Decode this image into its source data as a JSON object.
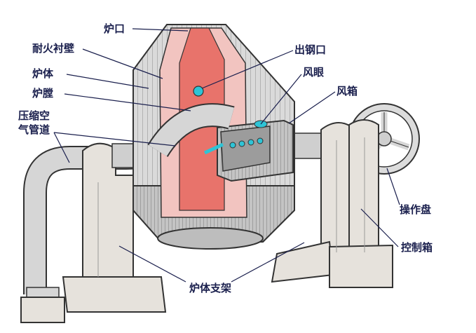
{
  "labels": {
    "furnace_mouth": "炉口",
    "refractory_lining": "耐火衬壁",
    "furnace_body": "炉体",
    "furnace_chamber": "炉膛",
    "compressed_air_pipe_line1": "压缩空",
    "compressed_air_pipe_line2": "气管道",
    "tap_hole": "出钢口",
    "tuyere": "风眼",
    "wind_box": "风箱",
    "operating_wheel": "操作盘",
    "control_box": "控制箱",
    "furnace_support": "炉体支架"
  },
  "colors": {
    "lining": "#f2c4c0",
    "chamber": "#e8736b",
    "shell": "#d9d9d9",
    "frame": "#e6e2dc",
    "tuyere": "#2ec4d6",
    "outline": "#333333",
    "leader": "#1a1f4d"
  }
}
